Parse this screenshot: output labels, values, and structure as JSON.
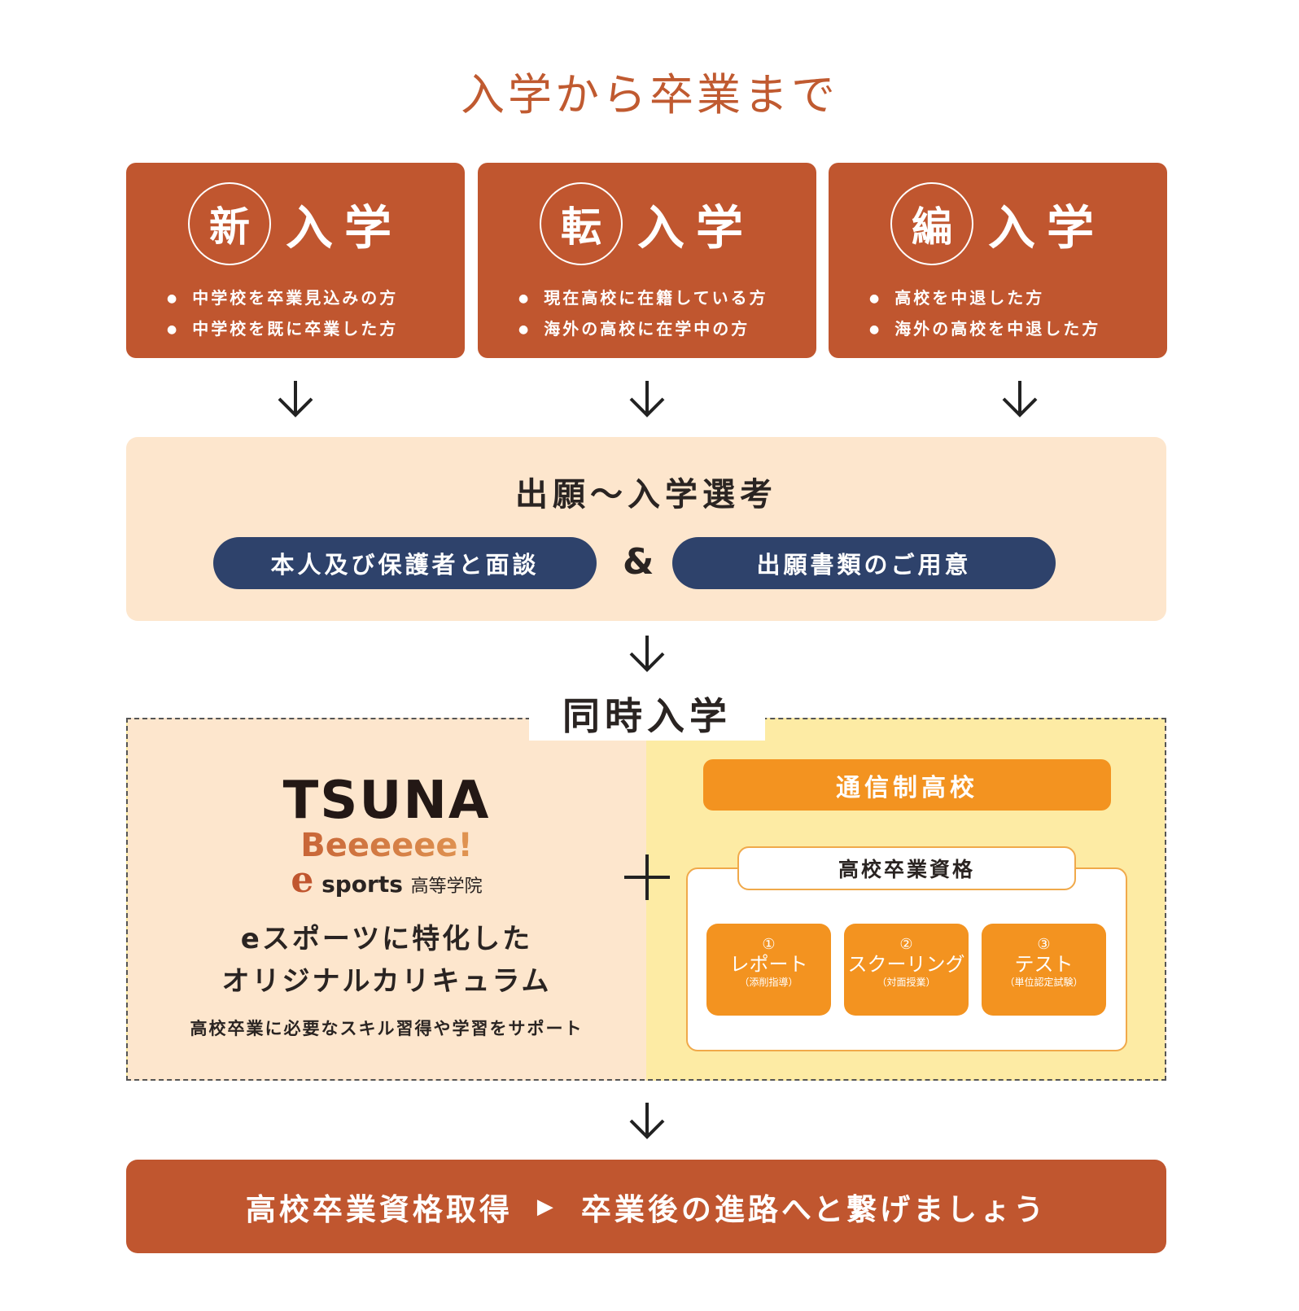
{
  "title": "入学から卒業まで",
  "cards": [
    {
      "char": "新",
      "word": "入学",
      "bullets": [
        "中学校を卒業見込みの方",
        "中学校を既に卒業した方"
      ]
    },
    {
      "char": "転",
      "word": "入学",
      "bullets": [
        "現在高校に在籍している方",
        "海外の高校に在学中の方"
      ]
    },
    {
      "char": "編",
      "word": "入学",
      "bullets": [
        "高校を中退した方",
        "海外の高校を中退した方"
      ]
    }
  ],
  "application": {
    "title": "出願〜入学選考",
    "left": "本人及び保護者と面談",
    "amp": "&",
    "right": "出願書類のご用意"
  },
  "simultaneous": {
    "heading": "同時入学",
    "logo": {
      "line1": "TSUNA",
      "line2": "Beeeeee!",
      "e": "e",
      "sports": "sports",
      "school": "高等学院"
    },
    "catch1": "eスポーツに特化した",
    "catch2": "オリジナルカリキュラム",
    "sub": "高校卒業に必要なスキル習得や学習をサポート",
    "tsushin": "通信制高校",
    "qualification": "高校卒業資格",
    "steps": [
      {
        "num": "①",
        "label": "レポート",
        "sub": "（添削指導）"
      },
      {
        "num": "②",
        "label": "スクーリング",
        "sub": "（対面授業）"
      },
      {
        "num": "③",
        "label": "テスト",
        "sub": "（単位認定試験）"
      }
    ]
  },
  "final": {
    "left": "高校卒業資格取得",
    "arrow": "▶",
    "right": "卒業後の進路へと繋げましょう"
  },
  "colors": {
    "rust": "#c0562f",
    "navy": "#2e426b",
    "orange": "#f39320",
    "beige": "#fde6cd",
    "yellow": "#fdeba4"
  }
}
